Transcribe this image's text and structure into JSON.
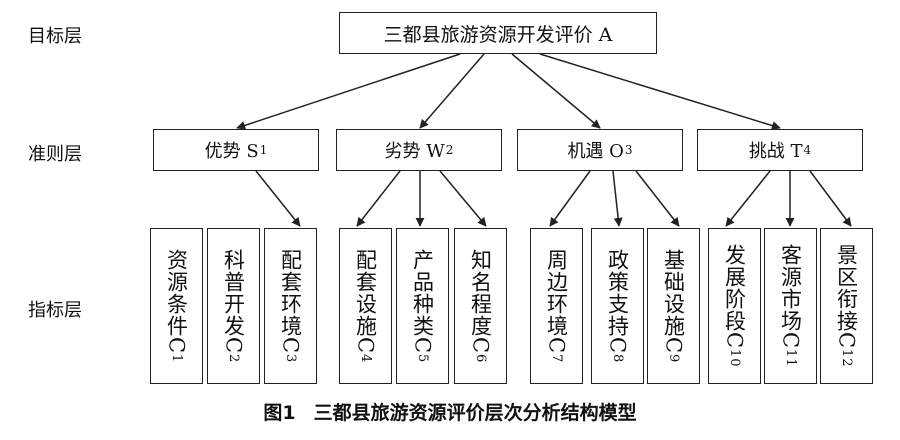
{
  "layers": {
    "goal_label": "目标层",
    "criteria_label": "准则层",
    "indicator_label": "指标层"
  },
  "goal": {
    "label": "三都县旅游资源开发评价 A"
  },
  "criteria": [
    {
      "text": "优势 S",
      "sub": "1"
    },
    {
      "text": "劣势 W",
      "sub": "2"
    },
    {
      "text": "机遇 O",
      "sub": "3"
    },
    {
      "text": "挑战 T",
      "sub": "4"
    }
  ],
  "indicators": [
    {
      "text": "资源条件C",
      "sub": "1"
    },
    {
      "text": "科普开发C",
      "sub": "2"
    },
    {
      "text": "配套环境C",
      "sub": "3"
    },
    {
      "text": "配套设施C",
      "sub": "4"
    },
    {
      "text": "产品种类C",
      "sub": "5"
    },
    {
      "text": "知名程度C",
      "sub": "6"
    },
    {
      "text": "周边环境C",
      "sub": "7"
    },
    {
      "text": "政策支持C",
      "sub": "8"
    },
    {
      "text": "基础设施C",
      "sub": "9"
    },
    {
      "text": "发展阶段C",
      "sub": "10"
    },
    {
      "text": "客源市场C",
      "sub": "11"
    },
    {
      "text": "景区衔接C",
      "sub": "12"
    }
  ],
  "caption": {
    "figure": "图1",
    "title": "三都县旅游资源评价层次分析结构模型"
  }
}
